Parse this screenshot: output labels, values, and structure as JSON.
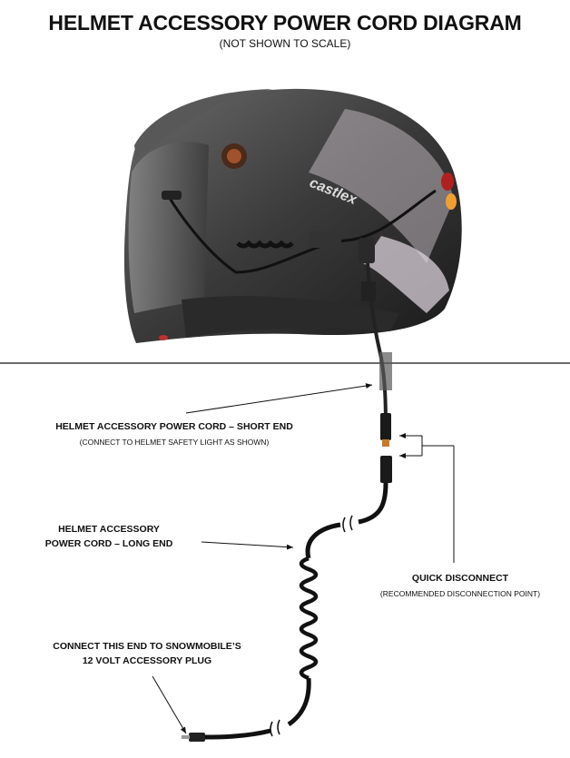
{
  "header": {
    "title": "HELMET ACCESSORY POWER CORD DIAGRAM",
    "subtitle": "(NOT SHOWN TO SCALE)"
  },
  "helmet": {
    "brand": "castlex"
  },
  "labels": {
    "short_end": {
      "title": "HELMET ACCESSORY POWER CORD – SHORT END",
      "note": "(CONNECT TO HELMET SAFETY LIGHT AS SHOWN)"
    },
    "long_end": {
      "line1": "HELMET ACCESSORY",
      "line2": "POWER CORD – LONG END"
    },
    "quick_disconnect": {
      "title": "QUICK DISCONNECT",
      "note": "(RECOMMENDED DISCONNECTION POINT)"
    },
    "plug_end": {
      "line1": "CONNECT THIS END TO SNOWMOBILE’S",
      "line2": "12 VOLT ACCESSORY PLUG"
    }
  }
}
